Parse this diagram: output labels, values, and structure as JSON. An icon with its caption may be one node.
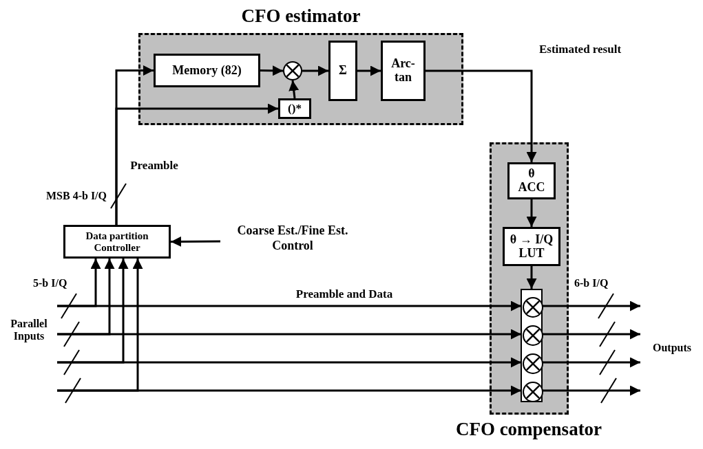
{
  "diagram": {
    "nodes": [
      {
        "text": [
          "CFO estimator"
        ]
      },
      {
        "text": [
          "Memory (82)"
        ],
        "in": 0
      },
      {
        "text": [],
        "shape": "circle",
        "in": 0
      },
      {
        "text": [
          "Σ"
        ],
        "in": 0
      },
      {
        "text": [
          "Arc- tan"
        ],
        "in": 0
      },
      {
        "text": [
          "()*"
        ],
        "in": 0
      },
      {
        "text": [
          "CFO compensator"
        ]
      },
      {
        "text": [
          "θ ACC"
        ],
        "in": 6
      },
      {
        "text": [
          "θ → I/Q LUT"
        ],
        "in": 6
      },
      {
        "text": [],
        "shape": "bar",
        "in": 6
      },
      {
        "text": [],
        "shape": "circle",
        "in": 9
      },
      {
        "text": [],
        "shape": "circle",
        "in": 9
      },
      {
        "text": [],
        "shape": "circle",
        "in": 9
      },
      {
        "text": [],
        "shape": "circle",
        "in": 9
      },
      {
        "text": [
          "Data partition Controller"
        ]
      },
      {
        "text": [
          "Coarse Est./Fine Est. Control"
        ]
      }
    ],
    "edges": [
      {
        "from": null,
        "to": 10,
        "arrow": "to",
        "label": "Preamble and Data"
      },
      {
        "from": null,
        "to": 11,
        "arrow": "to"
      },
      {
        "from": null,
        "to": 12,
        "arrow": "to"
      },
      {
        "from": null,
        "to": 13,
        "arrow": "to"
      },
      {
        "from": null,
        "to": 14,
        "arrow": "to"
      },
      {
        "from": null,
        "to": 14,
        "arrow": "to"
      },
      {
        "from": null,
        "to": 14,
        "arrow": "to"
      },
      {
        "from": null,
        "to": 14,
        "arrow": "to"
      },
      {
        "from": 14,
        "to": 1,
        "arrow": "to",
        "label": "Preamble"
      },
      {
        "from": 14,
        "to": 5,
        "arrow": "to"
      },
      {
        "from": 1,
        "to": 2,
        "arrow": "to"
      },
      {
        "from": 5,
        "to": 2,
        "arrow": "to"
      },
      {
        "from": 2,
        "to": 3,
        "arrow": "to"
      },
      {
        "from": 3,
        "to": 4,
        "arrow": "to"
      },
      {
        "from": 4,
        "to": 7,
        "arrow": "to",
        "label": "Estimated result"
      },
      {
        "from": 7,
        "to": 8,
        "arrow": "to"
      },
      {
        "from": 8,
        "to": 9,
        "arrow": "to"
      },
      {
        "from": 15,
        "to": 14,
        "arrow": "to"
      },
      {
        "from": 10,
        "to": null,
        "arrow": "to"
      },
      {
        "from": 11,
        "to": null,
        "arrow": "to"
      },
      {
        "from": 12,
        "to": null,
        "arrow": "to"
      },
      {
        "from": 13,
        "to": null,
        "arrow": "to"
      }
    ],
    "labels": [
      "MSB 4-b I/Q",
      "5-b I/Q",
      "Parallel Inputs",
      "6-b I/Q",
      "Outputs"
    ]
  }
}
